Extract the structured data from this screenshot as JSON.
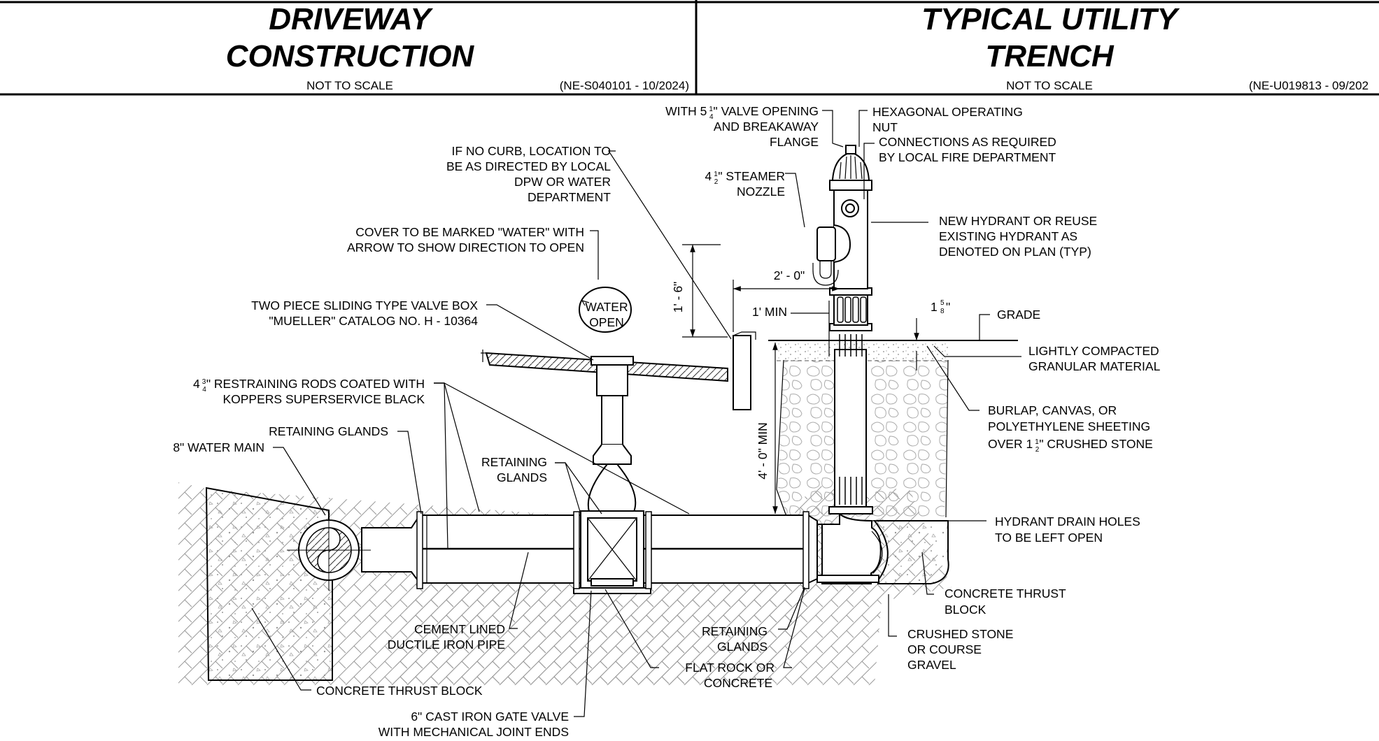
{
  "header": {
    "left": {
      "title_line1": "DRIVEWAY",
      "title_line2": "CONSTRUCTION",
      "scale": "NOT TO SCALE",
      "ref": "(NE-S040101 - 10/2024)"
    },
    "right": {
      "title_line1": "TYPICAL UTILITY",
      "title_line2": "TRENCH",
      "scale": "NOT TO SCALE",
      "ref": "(NE-U019813 - 09/202"
    }
  },
  "box_text": {
    "line1": "WATER",
    "line2": "OPEN"
  },
  "dimensions": {
    "d1": "1' - 6\"",
    "d2": "2' - 0\"",
    "d3": "1' MIN",
    "d4": "4' - 0\" MIN",
    "d5_whole": "1",
    "d5_num": "5",
    "d5_den": "8",
    "d5_unit": "\""
  },
  "callouts": {
    "valve_opening": {
      "pre": "WITH 5",
      "num": "1",
      "den": "4",
      "post": "\" VALVE OPENING",
      "line2": "AND BREAKAWAY",
      "line3": "FLANGE"
    },
    "hex_nut": {
      "line1": "HEXAGONAL OPERATING",
      "line2": "NUT"
    },
    "connections": {
      "line1": "CONNECTIONS AS REQUIRED",
      "line2": "BY LOCAL FIRE DEPARTMENT"
    },
    "steamer": {
      "pre": "4",
      "num": "1",
      "den": "2",
      "post": "\" STEAMER",
      "line2": "NOZZLE"
    },
    "new_hydrant": {
      "line1": "NEW HYDRANT OR REUSE",
      "line2": "EXISTING HYDRANT AS",
      "line3": "DENOTED ON PLAN (TYP)"
    },
    "no_curb": {
      "line1": "IF NO CURB, LOCATION TO",
      "line2": "BE AS DIRECTED BY LOCAL",
      "line3": "DPW OR WATER",
      "line4": "DEPARTMENT"
    },
    "cover": {
      "line1": "COVER TO BE MARKED \"WATER\" WITH",
      "line2": "ARROW TO SHOW DIRECTION TO OPEN"
    },
    "valve_box": {
      "line1": "TWO PIECE SLIDING TYPE VALVE BOX",
      "line2": "\"MUELLER\" CATALOG NO. H - 10364"
    },
    "grade": {
      "line1": "GRADE"
    },
    "lightly_compacted": {
      "line1": "LIGHTLY COMPACTED",
      "line2": "GRANULAR MATERIAL"
    },
    "rods": {
      "pre": "4",
      "num": "3",
      "den": "4",
      "post": "\" RESTRAINING RODS COATED WITH",
      "line2": "KOPPERS SUPERSERVICE BLACK"
    },
    "glands_left": {
      "line1": "RETAINING GLANDS"
    },
    "water_main": {
      "line1": "8\" WATER MAIN"
    },
    "glands_mid": {
      "line1": "RETAINING",
      "line2": "GLANDS"
    },
    "burlap": {
      "line1": "BURLAP, CANVAS, OR",
      "line2": "POLYETHYLENE SHEETING",
      "pre3": "OVER 1",
      "num": "1",
      "den": "2",
      "post3": "\" CRUSHED STONE"
    },
    "drain_holes": {
      "line1": "HYDRANT DRAIN HOLES",
      "line2": "TO BE LEFT OPEN"
    },
    "thrust_right": {
      "line1": "CONCRETE THRUST",
      "line2": "BLOCK"
    },
    "cement_pipe": {
      "line1": "CEMENT LINED",
      "line2": "DUCTILE IRON PIPE"
    },
    "glands_low": {
      "line1": "RETAINING",
      "line2": "GLANDS"
    },
    "crushed_stone": {
      "line1": "CRUSHED STONE",
      "line2": "OR COURSE",
      "line3": "GRAVEL"
    },
    "flat_rock": {
      "line1": "FLAT ROCK OR",
      "line2": "CONCRETE"
    },
    "thrust_left": {
      "line1": "CONCRETE THRUST BLOCK"
    },
    "gate_valve": {
      "line1": "6\" CAST IRON GATE VALVE",
      "line2": "WITH MECHANICAL JOINT ENDS"
    }
  }
}
